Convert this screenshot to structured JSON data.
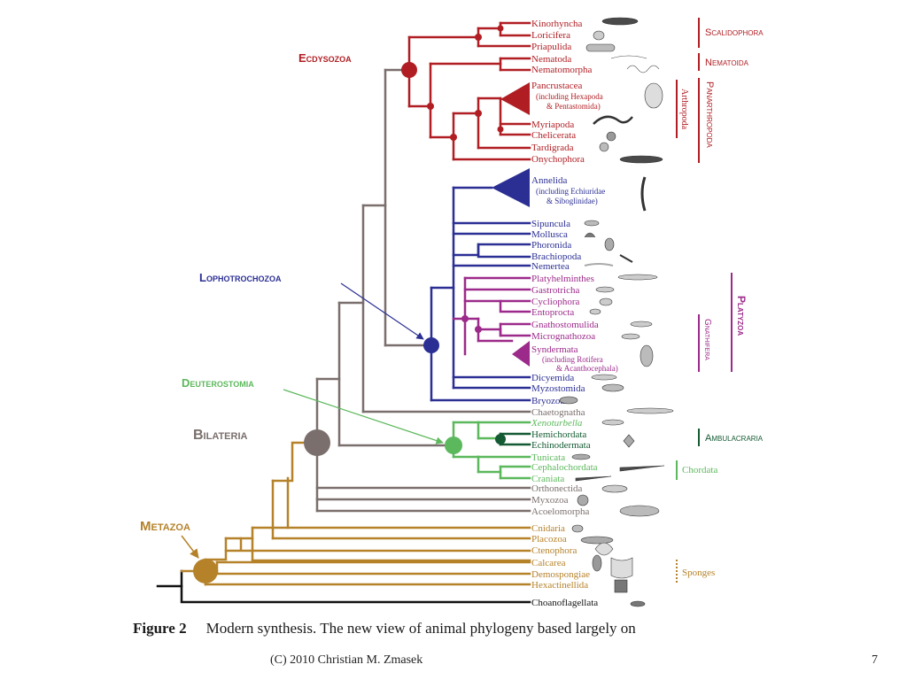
{
  "colors": {
    "ecdysozoa": "#b01e23",
    "lophotrochozoa": "#2b2f94",
    "platyzoa": "#9c2a8a",
    "deuterostomia": "#5cb85c",
    "ambulacraria": "#145a32",
    "bilateria": "#7a6f6d",
    "metazoa": "#b5822a",
    "outgroup": "#111111"
  },
  "clades": {
    "ecdysozoa": "Ecdysozoa",
    "lophotrochozoa": "Lophotrochozoa",
    "deuterostomia": "Deuterostomia",
    "bilateria": "Bilateria",
    "metazoa": "Metazoa"
  },
  "brackets": {
    "scalidophora": "Scalidophora",
    "nematoida": "Nematoida",
    "panarthropoda": "Panarthropoda",
    "arthropoda": "Arthropoda",
    "platyzoa": "Platyzoa",
    "gnathifera": "Gnathifera",
    "ambulacraria": "Ambulacraria",
    "chordata": "Chordata",
    "sponges": "Sponges"
  },
  "taxa": {
    "kinorhyncha": "Kinorhyncha",
    "loricifera": "Loricifera",
    "priapulida": "Priapulida",
    "nematoda": "Nematoda",
    "nematomorpha": "Nematomorpha",
    "pancrustacea": "Pancrustacea",
    "pancrustacea_note1": "(including Hexapoda",
    "pancrustacea_note2": "& Pentastomida)",
    "myriapoda": "Myriapoda",
    "chelicerata": "Chelicerata",
    "tardigrada": "Tardigrada",
    "onychophora": "Onychophora",
    "annelida": "Annelida",
    "annelida_note1": "(including Echiuridae",
    "annelida_note2": "& Siboglinidae)",
    "sipuncula": "Sipuncula",
    "mollusca": "Mollusca",
    "phoronida": "Phoronida",
    "brachiopoda": "Brachiopoda",
    "nemertea": "Nemertea",
    "platyhelminthes": "Platyhelminthes",
    "gastrotricha": "Gastrotricha",
    "cycliophora": "Cycliophora",
    "entoprocta": "Entoprocta",
    "gnathostomulida": "Gnathostomulida",
    "micrognathozoa": "Micrognathozoa",
    "syndermata": "Syndermata",
    "syndermata_note1": "(including Rotifera",
    "syndermata_note2": "& Acanthocephala)",
    "dicyemida": "Dicyemida",
    "myzostomida": "Myzostomida",
    "bryozoa": "Bryozoa",
    "chaetognatha": "Chaetognatha",
    "xenoturbella": "Xenoturbella",
    "hemichordata": "Hemichordata",
    "echinodermata": "Echinodermata",
    "tunicata": "Tunicata",
    "cephalochordata": "Cephalochordata",
    "craniata": "Craniata",
    "orthonectida": "Orthonectida",
    "myxozoa": "Myxozoa",
    "acoelomorpha": "Acoelomorpha",
    "cnidaria": "Cnidaria",
    "placozoa": "Placozoa",
    "ctenophora": "Ctenophora",
    "calcarea": "Calcarea",
    "demospongiae": "Demospongiae",
    "hexactinellida": "Hexactinellida",
    "choanoflagellata": "Choanoflagellata"
  },
  "caption": {
    "figure": "Figure 2",
    "text": "Modern synthesis. The new view of animal phylogeny based largely on"
  },
  "footer": {
    "copyright": "(C) 2010 Christian M. Zmasek",
    "page_number": "7"
  }
}
